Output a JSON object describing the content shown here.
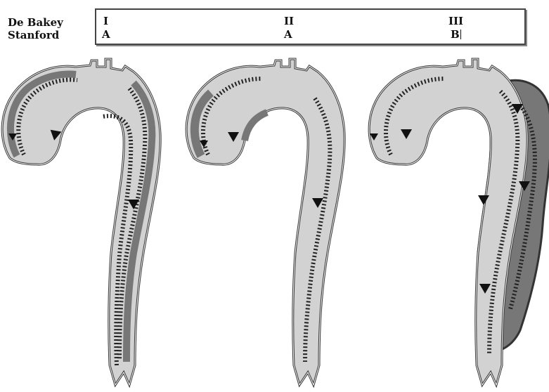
{
  "row_labels": {
    "debakey": "De Bakey",
    "stanford": "Stanford"
  },
  "types": [
    {
      "debakey": "I",
      "stanford": "A"
    },
    {
      "debakey": "II",
      "stanford": "A"
    },
    {
      "debakey": "III",
      "stanford": "B"
    }
  ],
  "colors": {
    "lumen": "#d2d2d2",
    "wall_outline": "#333333",
    "false_lumen": "#777777",
    "intimal_flap": "#222222",
    "box_border": "#444444"
  }
}
